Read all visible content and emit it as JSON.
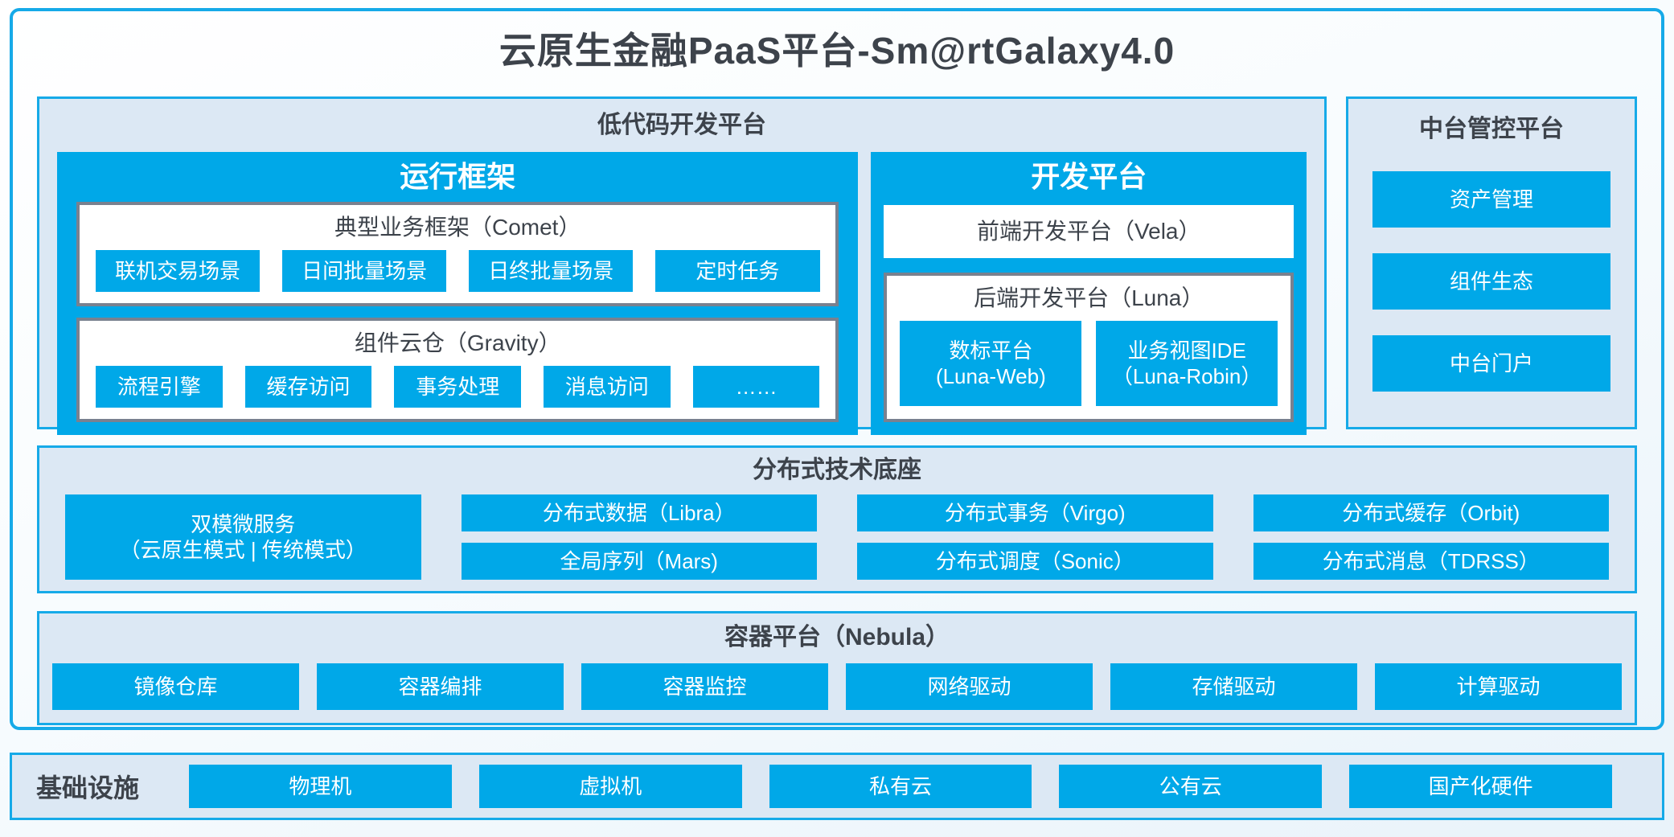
{
  "title": "云原生金融PaaS平台-Sm@rtGalaxy4.0",
  "colors": {
    "accent_blue": "#00a8e8",
    "border_blue": "#16aae8",
    "panel_bg": "#dce8f4",
    "gray_border": "#79818f",
    "dark_text": "#3d434b"
  },
  "lowcode": {
    "title": "低代码开发平台",
    "runtime": {
      "title": "运行框架",
      "comet": {
        "title": "典型业务框架（Comet）",
        "items": [
          "联机交易场景",
          "日间批量场景",
          "日终批量场景",
          "定时任务"
        ]
      },
      "gravity": {
        "title": "组件云仓（Gravity）",
        "items": [
          "流程引擎",
          "缓存访问",
          "事务处理",
          "消息访问",
          "……"
        ]
      }
    },
    "dev": {
      "title": "开发平台",
      "vela": "前端开发平台（Vela）",
      "luna": {
        "title": "后端开发平台（Luna）",
        "items": [
          {
            "line1": "数标平台",
            "line2": "(Luna-Web)"
          },
          {
            "line1": "业务视图IDE",
            "line2": "（Luna-Robin）"
          }
        ]
      }
    }
  },
  "midplatform": {
    "title": "中台管控平台",
    "items": [
      "资产管理",
      "组件生态",
      "中台门户"
    ]
  },
  "distributed": {
    "title": "分布式技术底座",
    "dual_mode": {
      "line1": "双模微服务",
      "line2": "（云原生模式 | 传统模式）"
    },
    "columns": [
      [
        "分布式数据（Libra）",
        "全局序列（Mars)"
      ],
      [
        "分布式事务（Virgo)",
        "分布式调度（Sonic）"
      ],
      [
        "分布式缓存（Orbit)",
        "分布式消息（TDRSS）"
      ]
    ]
  },
  "container": {
    "title": "容器平台（Nebula）",
    "items": [
      "镜像仓库",
      "容器编排",
      "容器监控",
      "网络驱动",
      "存储驱动",
      "计算驱动"
    ]
  },
  "infra": {
    "title": "基础设施",
    "items": [
      "物理机",
      "虚拟机",
      "私有云",
      "公有云",
      "国产化硬件"
    ]
  }
}
